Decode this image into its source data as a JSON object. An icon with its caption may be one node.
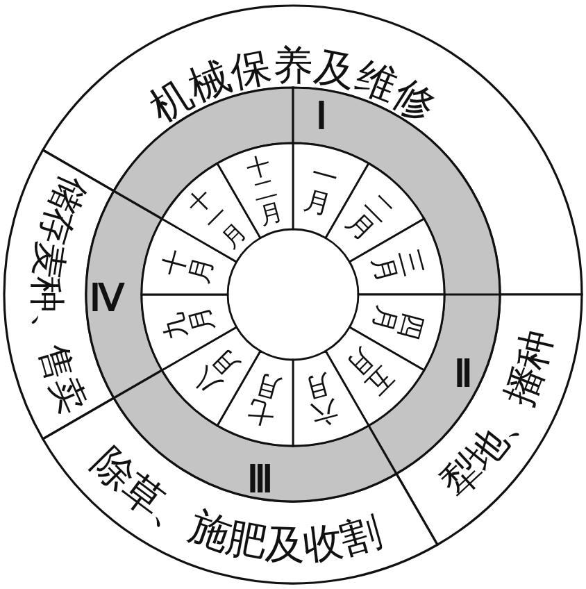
{
  "diagram": {
    "nodes": [
      {
        "text": [
          "机械保养及维修"
        ]
      },
      {
        "text": [
          "储存麦种、售卖"
        ]
      },
      {
        "text": [
          "犁地、播种"
        ]
      },
      {
        "text": [
          "除草、施肥及收割"
        ]
      },
      {
        "text": [
          "Ⅰ",
          "Ⅱ",
          "Ⅲ",
          "Ⅳ"
        ]
      },
      {
        "text": [
          "一月"
        ]
      },
      {
        "text": [
          "二月"
        ]
      },
      {
        "text": [
          "三月"
        ]
      },
      {
        "text": [
          "四月"
        ]
      },
      {
        "text": [
          "五月"
        ]
      },
      {
        "text": [
          "六月"
        ]
      },
      {
        "text": [
          "七月"
        ]
      },
      {
        "text": [
          "八月"
        ]
      },
      {
        "text": [
          "九月"
        ]
      },
      {
        "text": [
          "十月"
        ]
      },
      {
        "text": [
          "十一月"
        ]
      },
      {
        "text": [
          "十二月"
        ]
      }
    ]
  }
}
